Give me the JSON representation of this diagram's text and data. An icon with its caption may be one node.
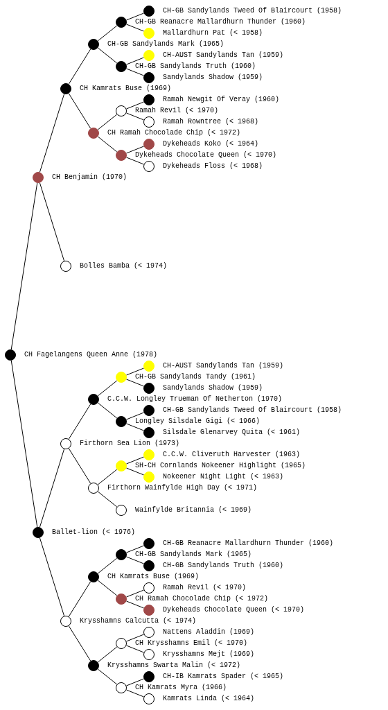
{
  "diagram": {
    "nodes": [
      {
        "text": [
          "CH-GB Sandylands Tweed Of Blaircourt (1958)"
        ]
      },
      {
        "text": [
          "CH-GB Reanacre Mallardhurn Thunder (1960)"
        ]
      },
      {
        "text": [
          "Mallardhurn Pat (< 1958)"
        ]
      },
      {
        "text": [
          "CH-GB Sandylands Mark (1965)"
        ]
      },
      {
        "text": [
          "CH-AUST Sandylands Tan (1959)"
        ]
      },
      {
        "text": [
          "CH-GB Sandylands Truth (1960)"
        ]
      },
      {
        "text": [
          "Sandylands Shadow (1959)"
        ]
      },
      {
        "text": [
          "CH Kamrats Buse (1969)"
        ]
      },
      {
        "text": [
          "Ramah Newgit Of Veray (1960)"
        ]
      },
      {
        "text": [
          "Ramah Revil (< 1970)"
        ]
      },
      {
        "text": [
          "Ramah Rowntree (< 1968)"
        ]
      },
      {
        "text": [
          "CH Ramah Chocolade Chip (< 1972)"
        ]
      },
      {
        "text": [
          "Dykeheads Koko (< 1964)"
        ]
      },
      {
        "text": [
          "Dykeheads Chocolate Queen (< 1970)"
        ]
      },
      {
        "text": [
          "Dykeheads Floss (< 1968)"
        ]
      },
      {
        "text": [
          "CH Benjamin (1970)"
        ]
      },
      {
        "text": [
          "Bolles Bamba (< 1974)"
        ]
      },
      {
        "text": [
          "CH Fagelangens Queen Anne (1978)"
        ]
      },
      {
        "text": [
          "CH-AUST Sandylands Tan (1959)"
        ]
      },
      {
        "text": [
          "CH-GB Sandylands Tandy (1961)"
        ]
      },
      {
        "text": [
          "Sandylands Shadow (1959)"
        ]
      },
      {
        "text": [
          "C.C.W. Longley Trueman Of Netherton (1970)"
        ]
      },
      {
        "text": [
          "CH-GB Sandylands Tweed Of Blaircourt (1958)"
        ]
      },
      {
        "text": [
          "Longley Silsdale Gigi (< 1966)"
        ]
      },
      {
        "text": [
          "Silsdale Glenarvey Quita (< 1961)"
        ]
      },
      {
        "text": [
          "Firthorn Sea Lion (1973)"
        ]
      },
      {
        "text": [
          "C.C.W. Cliveruth Harvester (1963)"
        ]
      },
      {
        "text": [
          "SH-CH Cornlands Nokeener Highlight (1965)"
        ]
      },
      {
        "text": [
          "Nokeener Night Light (< 1963)"
        ]
      },
      {
        "text": [
          "Firthorn Wainfylde High Day (< 1971)"
        ]
      },
      {
        "text": [
          "Wainfylde Britannia (< 1969)"
        ]
      },
      {
        "text": [
          "Ballet-lion (< 1976)"
        ]
      },
      {
        "text": [
          "CH-GB Reanacre Mallardhurn Thunder (1960)"
        ]
      },
      {
        "text": [
          "CH-GB Sandylands Mark (1965)"
        ]
      },
      {
        "text": [
          "CH-GB Sandylands Truth (1960)"
        ]
      },
      {
        "text": [
          "CH Kamrats Buse (1969)"
        ]
      },
      {
        "text": [
          "Ramah Revil (< 1970)"
        ]
      },
      {
        "text": [
          "CH Ramah Chocolade Chip (< 1972)"
        ]
      },
      {
        "text": [
          "Dykeheads Chocolate Queen (< 1970)"
        ]
      },
      {
        "text": [
          "Krysshamns Calcutta (< 1974)"
        ]
      },
      {
        "text": [
          "Nattens Aladdin (1969)"
        ]
      },
      {
        "text": [
          "CH Krysshamns Emil (< 1970)"
        ]
      },
      {
        "text": [
          "Krysshamns Mejt (1969)"
        ]
      },
      {
        "text": [
          "Krysshamns Swarta Malin (< 1972)"
        ]
      },
      {
        "text": [
          "CH-IB Kamrats Spader (< 1965)"
        ]
      },
      {
        "text": [
          "CH Kamrats Myra (1966)"
        ]
      },
      {
        "text": [
          "Kamrats Linda (< 1964)"
        ]
      }
    ],
    "edges": [
      {
        "from": 17,
        "to": 15,
        "arrow": "none"
      },
      {
        "from": 17,
        "to": 31,
        "arrow": "none"
      },
      {
        "from": 15,
        "to": 7,
        "arrow": "none"
      },
      {
        "from": 15,
        "to": 16,
        "arrow": "none"
      },
      {
        "from": 7,
        "to": 3,
        "arrow": "none"
      },
      {
        "from": 7,
        "to": 11,
        "arrow": "none"
      },
      {
        "from": 3,
        "to": 1,
        "arrow": "none"
      },
      {
        "from": 3,
        "to": 5,
        "arrow": "none"
      },
      {
        "from": 1,
        "to": 0,
        "arrow": "none"
      },
      {
        "from": 1,
        "to": 2,
        "arrow": "none"
      },
      {
        "from": 5,
        "to": 4,
        "arrow": "none"
      },
      {
        "from": 5,
        "to": 6,
        "arrow": "none"
      },
      {
        "from": 11,
        "to": 9,
        "arrow": "none"
      },
      {
        "from": 11,
        "to": 13,
        "arrow": "none"
      },
      {
        "from": 9,
        "to": 8,
        "arrow": "none"
      },
      {
        "from": 9,
        "to": 10,
        "arrow": "none"
      },
      {
        "from": 13,
        "to": 12,
        "arrow": "none"
      },
      {
        "from": 13,
        "to": 14,
        "arrow": "none"
      },
      {
        "from": 31,
        "to": 25,
        "arrow": "none"
      },
      {
        "from": 31,
        "to": 39,
        "arrow": "none"
      },
      {
        "from": 25,
        "to": 21,
        "arrow": "none"
      },
      {
        "from": 25,
        "to": 29,
        "arrow": "none"
      },
      {
        "from": 21,
        "to": 19,
        "arrow": "none"
      },
      {
        "from": 21,
        "to": 23,
        "arrow": "none"
      },
      {
        "from": 19,
        "to": 18,
        "arrow": "none"
      },
      {
        "from": 19,
        "to": 20,
        "arrow": "none"
      },
      {
        "from": 23,
        "to": 22,
        "arrow": "none"
      },
      {
        "from": 23,
        "to": 24,
        "arrow": "none"
      },
      {
        "from": 29,
        "to": 27,
        "arrow": "none"
      },
      {
        "from": 29,
        "to": 30,
        "arrow": "none"
      },
      {
        "from": 27,
        "to": 26,
        "arrow": "none"
      },
      {
        "from": 27,
        "to": 28,
        "arrow": "none"
      },
      {
        "from": 39,
        "to": 35,
        "arrow": "none"
      },
      {
        "from": 39,
        "to": 43,
        "arrow": "none"
      },
      {
        "from": 35,
        "to": 33,
        "arrow": "none"
      },
      {
        "from": 35,
        "to": 37,
        "arrow": "none"
      },
      {
        "from": 33,
        "to": 32,
        "arrow": "none"
      },
      {
        "from": 33,
        "to": 34,
        "arrow": "none"
      },
      {
        "from": 37,
        "to": 36,
        "arrow": "none"
      },
      {
        "from": 37,
        "to": 38,
        "arrow": "none"
      },
      {
        "from": 43,
        "to": 41,
        "arrow": "none"
      },
      {
        "from": 43,
        "to": 45,
        "arrow": "none"
      },
      {
        "from": 41,
        "to": 40,
        "arrow": "none"
      },
      {
        "from": 41,
        "to": 42,
        "arrow": "none"
      },
      {
        "from": 45,
        "to": 44,
        "arrow": "none"
      },
      {
        "from": 45,
        "to": 46,
        "arrow": "none"
      }
    ]
  }
}
